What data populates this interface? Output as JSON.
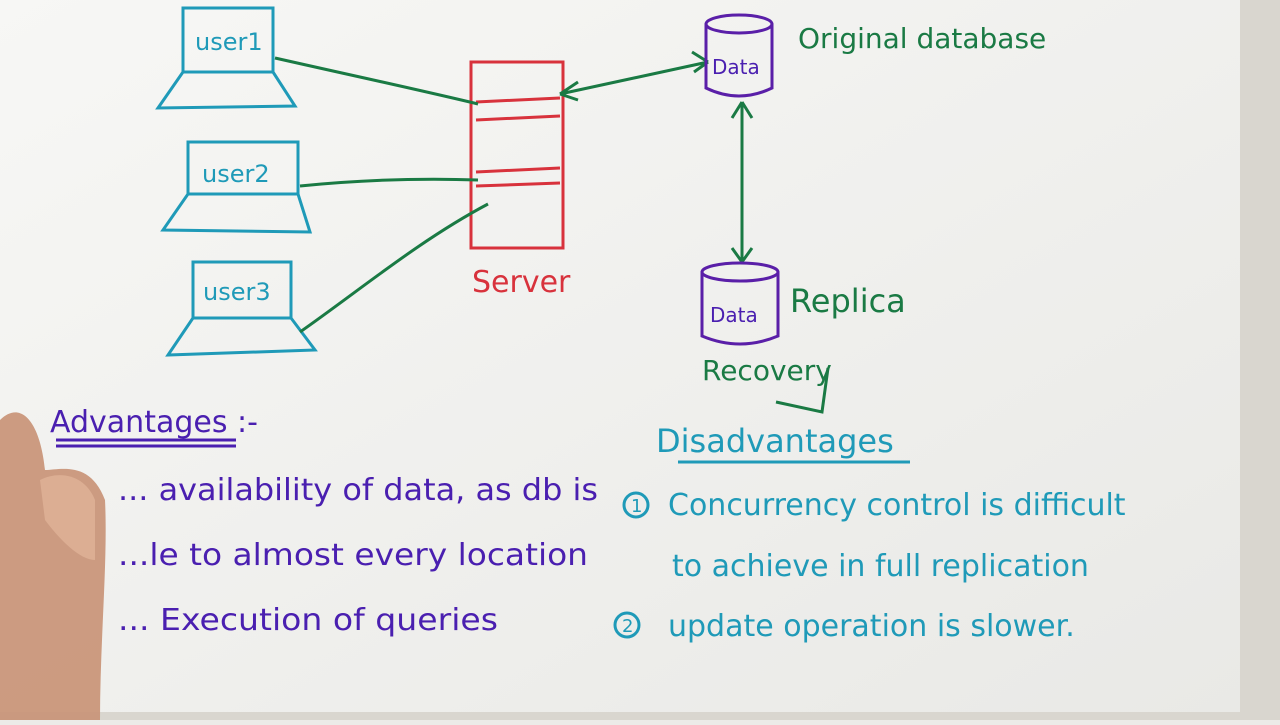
{
  "diagram": {
    "users": [
      "user1",
      "user2",
      "user3"
    ],
    "server_label": "Server",
    "original_db": {
      "label": "Data",
      "caption": "Original database"
    },
    "replica_db": {
      "label": "Data",
      "caption": "Replica",
      "note": "Recovery"
    }
  },
  "advantages": {
    "heading": "Advantages :-",
    "lines": [
      "... availability of data, as db is",
      "...le to almost every location",
      "... Execution of queries"
    ]
  },
  "disadvantages": {
    "heading": "Disadvantages",
    "items": [
      {
        "num": "1",
        "lines": [
          "Concurrency control is difficult",
          "to achieve in full replication"
        ]
      },
      {
        "num": "2",
        "lines": [
          "update operation is slower."
        ]
      }
    ]
  },
  "colors": {
    "paper": "#f6f6f4",
    "purple": "#4a1fb0",
    "teal": "#1f9ab8",
    "green": "#1a7a44",
    "red": "#d8323c"
  }
}
